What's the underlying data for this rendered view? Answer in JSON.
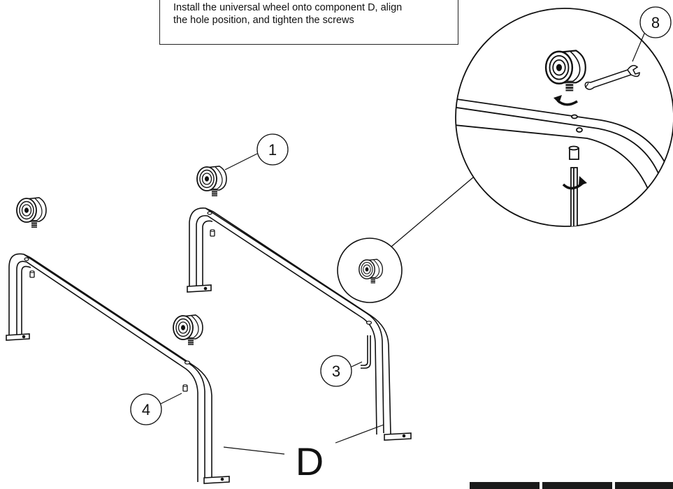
{
  "instruction": {
    "line1": "Install the universal wheel onto component D, align",
    "line2": "the hole position, and tighten the screws"
  },
  "callouts": {
    "item1": "1",
    "item3": "3",
    "item4": "4",
    "item8": "8",
    "component": "D"
  },
  "colors": {
    "line": "#111111",
    "background": "#ffffff"
  },
  "icons": [
    "universal-wheel-icon",
    "wrench-icon",
    "hex-key-icon",
    "hex-nut-icon",
    "rotation-arrow-icon"
  ]
}
